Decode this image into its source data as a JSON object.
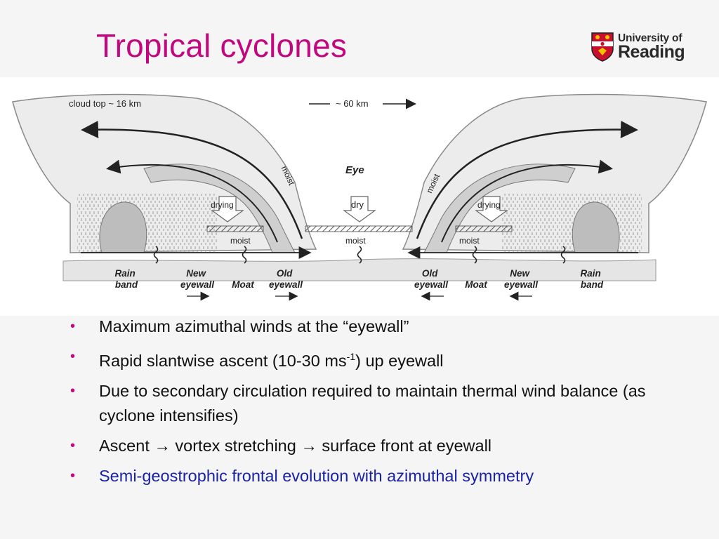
{
  "slide": {
    "title": "Tropical cyclones"
  },
  "logo": {
    "line1": "University of",
    "line2": "Reading"
  },
  "diagram": {
    "cloud_top": "cloud top ~ 16 km",
    "width_scale": "~ 60 km",
    "eye": "Eye",
    "dry": "dry",
    "drying_left": "drying",
    "drying_right": "drying",
    "moist_center": "moist",
    "moist_left": "moist",
    "moist_right": "moist",
    "moist_eyewall_left": "moist",
    "moist_eyewall_right": "moist",
    "rain_band_left": [
      "Rain",
      "band"
    ],
    "new_eyewall_left": [
      "New",
      "eyewall"
    ],
    "moat_left": "Moat",
    "old_eyewall_left": [
      "Old",
      "eyewall"
    ],
    "old_eyewall_right": [
      "Old",
      "eyewall"
    ],
    "moat_right": "Moat",
    "new_eyewall_right": [
      "New",
      "eyewall"
    ],
    "rain_band_right": [
      "Rain",
      "band"
    ]
  },
  "bullets": [
    {
      "text": "Maximum azimuthal winds at the “eyewall”"
    },
    {
      "pre": "Rapid slantwise ascent (10-30 ms",
      "sup": "-1",
      "post": ") up eyewall"
    },
    {
      "text": "Due to secondary circulation required to maintain thermal wind balance (as cyclone intensifies)"
    },
    {
      "text": "Ascent → vortex stretching → surface front at eyewall"
    },
    {
      "text": "Semi-geostrophic frontal evolution with azimuthal symmetry",
      "color": "#1a23a6"
    }
  ],
  "colors": {
    "title": "#c0087f",
    "bullet": "#c0087f",
    "highlight_text": "#1a23a6"
  }
}
